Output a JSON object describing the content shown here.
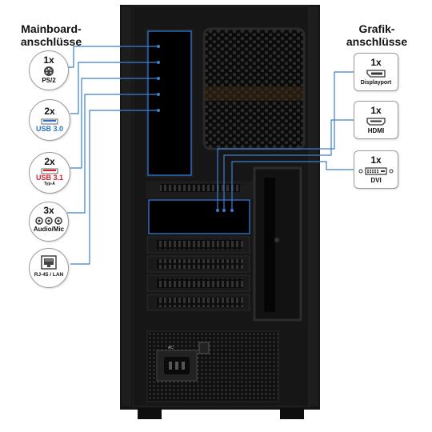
{
  "headers": {
    "mainboard_line1": "Mainboard-",
    "mainboard_line2": "anschlüsse",
    "grafik_line1": "Grafik-",
    "grafik_line2": "anschlüsse"
  },
  "mainboard_ports": [
    {
      "count": "1x",
      "label": "PS/2",
      "icon": "ps2-connector-icon"
    },
    {
      "count": "2x",
      "label": "USB 3.0",
      "icon": "usb-a-blue-icon"
    },
    {
      "count": "2x",
      "label": "USB 3.1",
      "sublabel": "Typ-A",
      "icon": "usb-a-red-icon"
    },
    {
      "count": "3x",
      "label": "Audio/Mic",
      "icon": "audio-jacks-icon"
    },
    {
      "count": "",
      "label": "RJ-45 / LAN",
      "icon": "ethernet-port-icon"
    }
  ],
  "graphics_ports": [
    {
      "count": "1x",
      "label": "Displayport",
      "icon": "displayport-icon"
    },
    {
      "count": "1x",
      "label": "HDMI",
      "icon": "hdmi-port-icon"
    },
    {
      "count": "1x",
      "label": "DVI",
      "icon": "dvi-port-icon"
    }
  ],
  "psu": {
    "label": "AC"
  },
  "colors": {
    "callout_line": "#3b7fd3",
    "highlight_border": "#2f6fc9",
    "case": "#131313",
    "usb30": "#2f72c4",
    "usb31": "#d11f2b"
  }
}
